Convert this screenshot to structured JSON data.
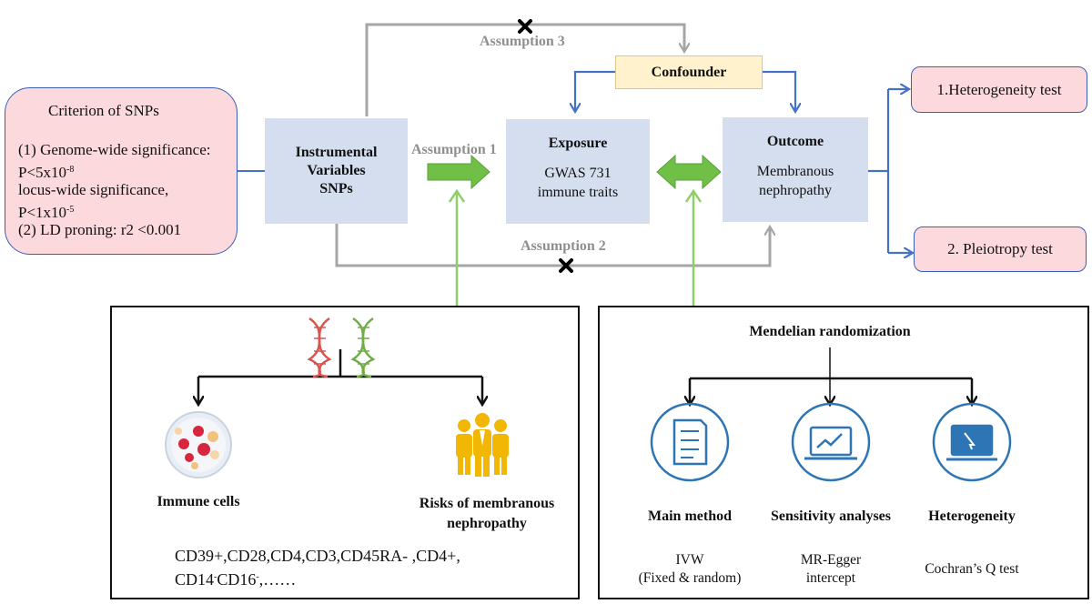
{
  "criterion": {
    "title": "Criterion of SNPs",
    "line1": "(1) Genome-wide significance:",
    "line2a": "P<5x10",
    "line2sup": "-8",
    "line3": "locus-wide significance,",
    "line4a": "P<1x10",
    "line4sup": "-5",
    "line5": "(2) LD proning: r2 <0.001"
  },
  "instrumental": {
    "line1": "Instrumental",
    "line2": "Variables",
    "line3": "SNPs"
  },
  "confounder": "Confounder",
  "exposure": {
    "title": "Exposure",
    "line1": "GWAS 731",
    "line2": "immune traits"
  },
  "outcome": {
    "title": "Outcome",
    "line1": "Membranous",
    "line2": "nephropathy"
  },
  "assumptions": {
    "a1": "Assumption 1",
    "a2": "Assumption 2",
    "a3": "Assumption 3"
  },
  "tests": {
    "t1": "1.Heterogeneity test",
    "t2": "2. Pleiotropy test"
  },
  "left_panel": {
    "immune_cells": "Immune cells",
    "risks_line1": "Risks of membranous",
    "risks_line2": "nephropathy",
    "cd_line1": "CD39+,CD28,CD4,CD3,CD45RA- ,CD4+,",
    "cd_line2a": "CD14",
    "cd_line2sup1": "-",
    "cd_line2b": "CD16",
    "cd_line2sup2": "-",
    "cd_line2c": ",……"
  },
  "right_panel": {
    "title": "Mendelian randomization",
    "main_method": "Main method",
    "sensitivity": "Sensitivity analyses",
    "heterogeneity": "Heterogeneity",
    "ivw_line1": "IVW",
    "ivw_line2": "(Fixed  & random)",
    "egger_line1": "MR-Egger",
    "egger_line2": "intercept",
    "cochran": "Cochran’s Q test"
  },
  "colors": {
    "arrow_blue": "#4472c4",
    "arrow_gray": "#a6a6a6",
    "arrow_green": "#70c047",
    "box_blue": "#d4deef",
    "box_pink": "#fbd9dd",
    "confounder_yellow": "#fff2cc",
    "icon_blue": "#2e75b6",
    "dna_red": "#d9534f",
    "dna_green": "#70ad47",
    "people_gold": "#f2b705"
  },
  "icons": [
    "dna-icon",
    "cells-dish-icon",
    "people-group-icon",
    "document-icon",
    "laptop-chart-icon",
    "laptop-cursor-icon",
    "cross-mark-icon"
  ]
}
